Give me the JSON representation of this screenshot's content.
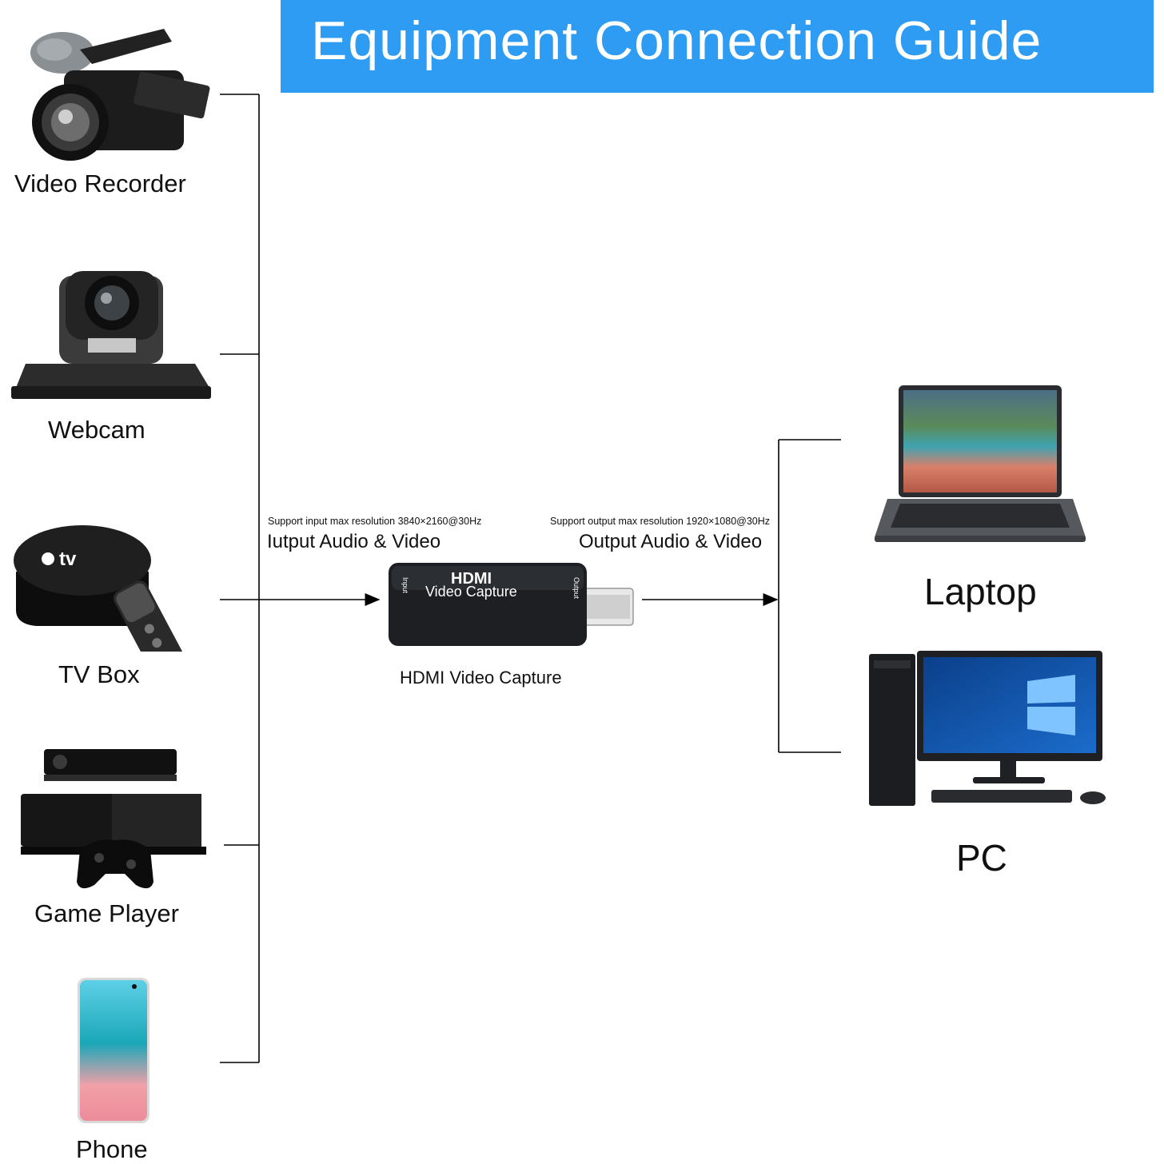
{
  "header": {
    "title": "Equipment Connection Guide"
  },
  "sources": [
    {
      "label": "Video Recorder",
      "icon": "video-recorder-icon"
    },
    {
      "label": "Webcam",
      "icon": "webcam-icon"
    },
    {
      "label": "TV Box",
      "icon": "tv-box-icon"
    },
    {
      "label": "Game Player",
      "icon": "game-console-icon"
    },
    {
      "label": "Phone",
      "icon": "phone-icon"
    }
  ],
  "input": {
    "spec": "Support input max resolution 3840×2160@30Hz",
    "label": "Iutput Audio & Video"
  },
  "device": {
    "name": "HDMI Video Capture",
    "logo": "HDMI",
    "body_text": "Video Capture",
    "port_in": "Input",
    "port_out": "Output"
  },
  "output": {
    "spec": "Support output max resolution 1920×1080@30Hz",
    "label": "Output Audio & Video"
  },
  "targets": [
    {
      "label": "Laptop",
      "icon": "laptop-icon"
    },
    {
      "label": "PC",
      "icon": "desktop-pc-icon"
    }
  ],
  "colors": {
    "banner": "#2e9cf3",
    "lines": "#000000"
  }
}
